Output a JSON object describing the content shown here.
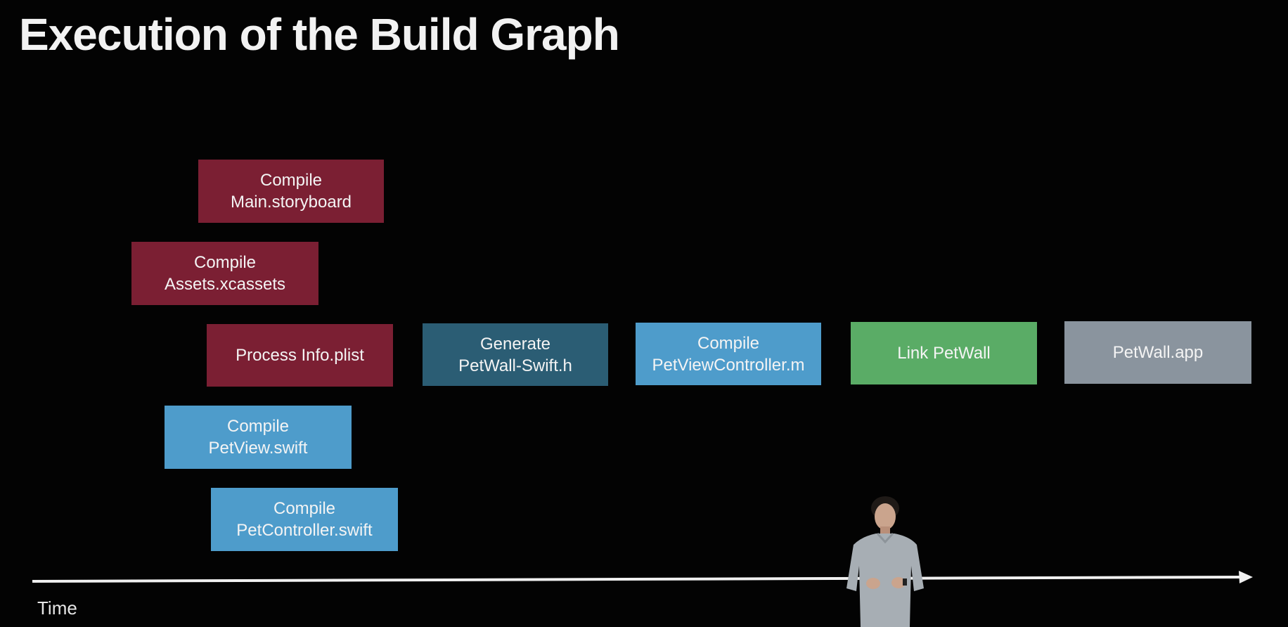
{
  "slide": {
    "title": "Execution of the Build Graph"
  },
  "tasks": {
    "storyboard": {
      "line1": "Compile",
      "line2": "Main.storyboard",
      "color": "#7b1f33"
    },
    "assets": {
      "line1": "Compile",
      "line2": "Assets.xcassets",
      "color": "#7b1f33"
    },
    "infoplist": {
      "line1": "Process Info.plist",
      "color": "#7b1f33"
    },
    "swift_header": {
      "line1": "Generate",
      "line2": "PetWall-Swift.h",
      "color": "#2b5d74"
    },
    "petviewcontroller": {
      "line1": "Compile",
      "line2": "PetViewController.m",
      "color": "#4e9ccb"
    },
    "link": {
      "line1": "Link PetWall",
      "color": "#5aac66"
    },
    "app": {
      "line1": "PetWall.app",
      "color": "#8a949e"
    },
    "petview": {
      "line1": "Compile",
      "line2": "PetView.swift",
      "color": "#4e9ccb"
    },
    "petcontroller": {
      "line1": "Compile",
      "line2": "PetController.swift",
      "color": "#4e9ccb"
    }
  },
  "axis": {
    "label": "Time"
  },
  "icons": {
    "arrow": "arrow-right-icon",
    "presenter": "presenter-figure"
  }
}
